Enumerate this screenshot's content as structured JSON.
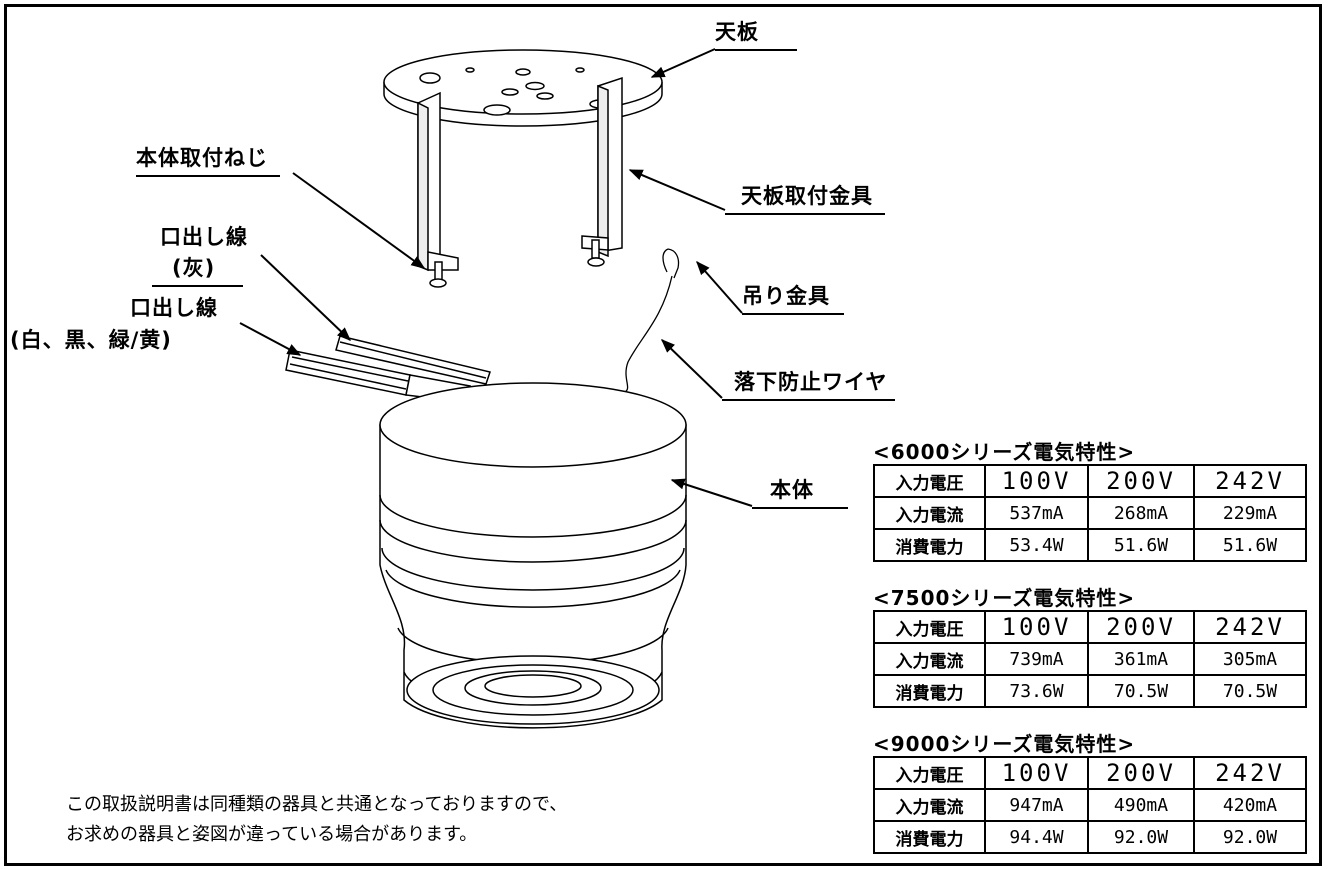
{
  "labels": {
    "top_plate": "天板",
    "body_screw": "本体取付ねじ",
    "plate_bracket": "天板取付金具",
    "lead_gray_1": "口出し線",
    "lead_gray_2": "(灰)",
    "hanging_fitting": "吊り金具",
    "lead_other_1": "口出し線",
    "lead_other_2": "(白、黒、緑/黄)",
    "fall_wire": "落下防止ワイヤ",
    "main_body": "本体"
  },
  "spec_tables": [
    {
      "title": "<6000シリーズ電気特性>",
      "rows": [
        {
          "label": "入力電圧",
          "values": [
            "100V",
            "200V",
            "242V"
          ]
        },
        {
          "label": "入力電流",
          "values": [
            "537mA",
            "268mA",
            "229mA"
          ]
        },
        {
          "label": "消費電力",
          "values": [
            "53.4W",
            "51.6W",
            "51.6W"
          ]
        }
      ]
    },
    {
      "title": "<7500シリーズ電気特性>",
      "rows": [
        {
          "label": "入力電圧",
          "values": [
            "100V",
            "200V",
            "242V"
          ]
        },
        {
          "label": "入力電流",
          "values": [
            "739mA",
            "361mA",
            "305mA"
          ]
        },
        {
          "label": "消費電力",
          "values": [
            "73.6W",
            "70.5W",
            "70.5W"
          ]
        }
      ]
    },
    {
      "title": "<9000シリーズ電気特性>",
      "rows": [
        {
          "label": "入力電圧",
          "values": [
            "100V",
            "200V",
            "242V"
          ]
        },
        {
          "label": "入力電流",
          "values": [
            "947mA",
            "490mA",
            "420mA"
          ]
        },
        {
          "label": "消費電力",
          "values": [
            "94.4W",
            "92.0W",
            "92.0W"
          ]
        }
      ]
    }
  ],
  "note": {
    "line1": "この取扱説明書は同種類の器具と共通となっておりますので、",
    "line2": "お求めの器具と姿図が違っている場合があります。"
  }
}
